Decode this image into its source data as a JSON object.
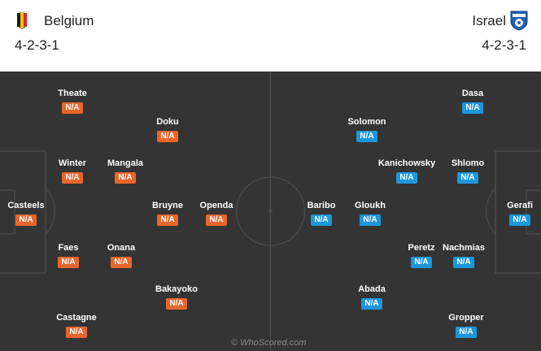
{
  "home": {
    "name": "Belgium",
    "formation": "4-2-3-1",
    "crest_icon": "belgium-crest-icon",
    "rating_color": "#e8662c",
    "players": [
      {
        "name": "Theate",
        "rating": "N/A"
      },
      {
        "name": "Doku",
        "rating": "N/A"
      },
      {
        "name": "Winter",
        "rating": "N/A"
      },
      {
        "name": "Mangala",
        "rating": "N/A"
      },
      {
        "name": "Casteels",
        "rating": "N/A"
      },
      {
        "name": "Bruyne",
        "rating": "N/A"
      },
      {
        "name": "Openda",
        "rating": "N/A"
      },
      {
        "name": "Faes",
        "rating": "N/A"
      },
      {
        "name": "Onana",
        "rating": "N/A"
      },
      {
        "name": "Bakayoko",
        "rating": "N/A"
      },
      {
        "name": "Castagne",
        "rating": "N/A"
      }
    ]
  },
  "away": {
    "name": "Israel",
    "formation": "4-2-3-1",
    "crest_icon": "israel-crest-icon",
    "rating_color": "#1d97db",
    "players": [
      {
        "name": "Dasa",
        "rating": "N/A"
      },
      {
        "name": "Solomon",
        "rating": "N/A"
      },
      {
        "name": "Kanichowsky",
        "rating": "N/A"
      },
      {
        "name": "Shlomo",
        "rating": "N/A"
      },
      {
        "name": "Baribo",
        "rating": "N/A"
      },
      {
        "name": "Gloukh",
        "rating": "N/A"
      },
      {
        "name": "Gerafi",
        "rating": "N/A"
      },
      {
        "name": "Peretz",
        "rating": "N/A"
      },
      {
        "name": "Nachmias",
        "rating": "N/A"
      },
      {
        "name": "Abada",
        "rating": "N/A"
      },
      {
        "name": "Gropper",
        "rating": "N/A"
      }
    ]
  },
  "pitch": {
    "color": "#343434",
    "line_color": "#4a4a4a"
  },
  "watermark": "© WhoScored.com"
}
